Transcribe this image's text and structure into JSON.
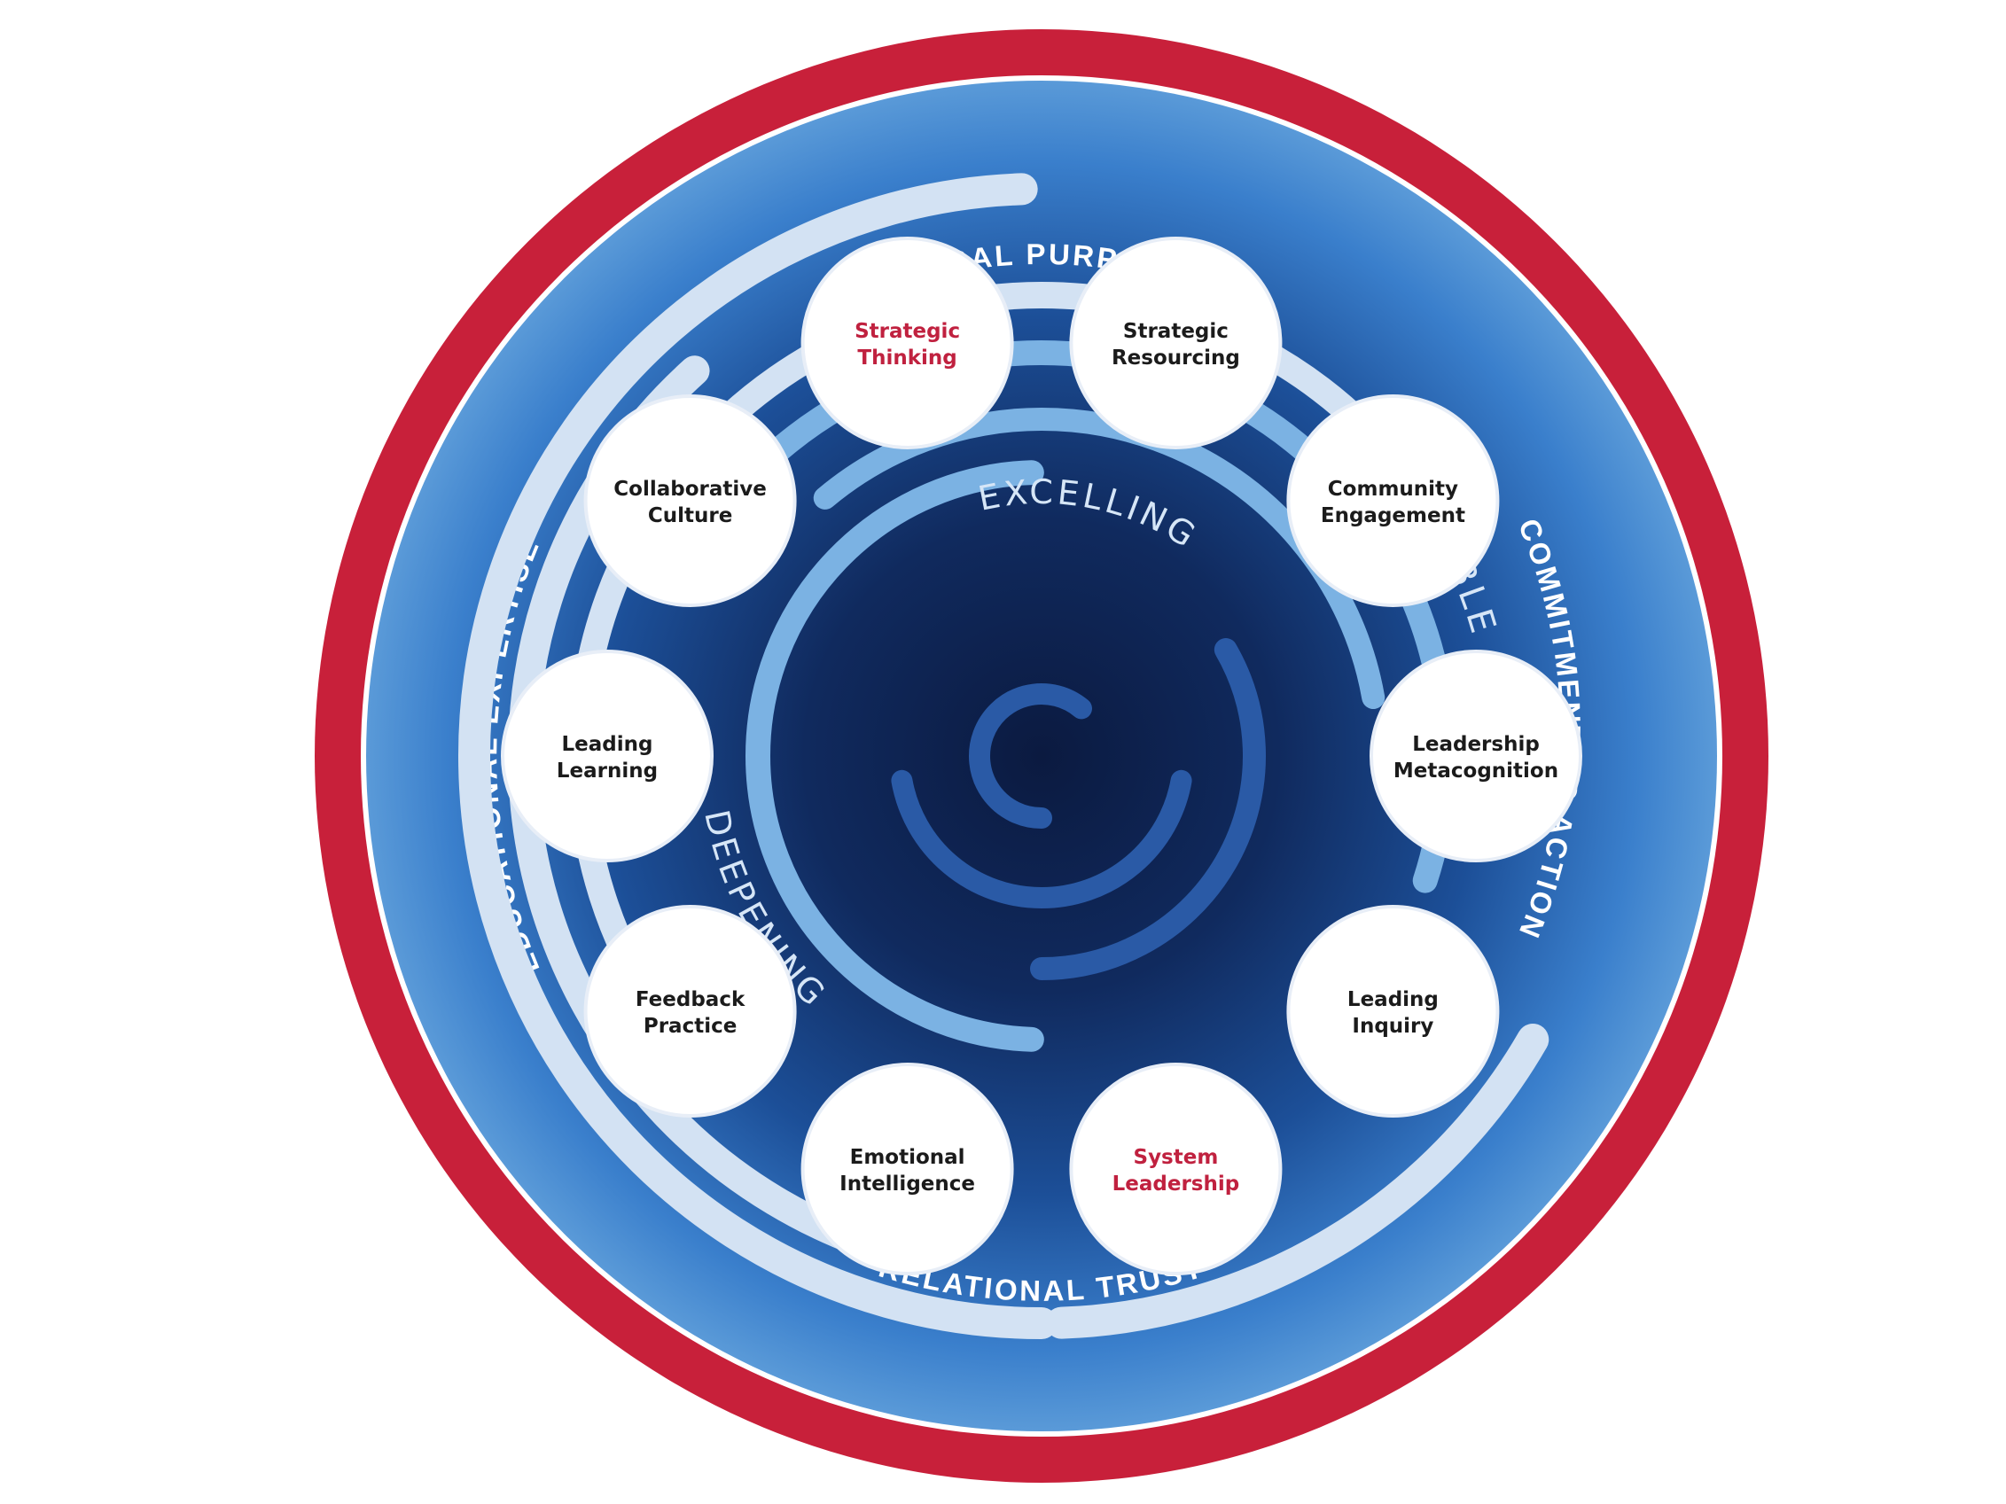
{
  "ring_labels": {
    "top": "MORAL PURPOSE",
    "right": "COMMITMENT TO ACTION",
    "bottom": "RELATIONAL TRUST",
    "left": "EDUCATIONAL EXPERTISE"
  },
  "stage_labels": {
    "capable": "CAPABLE",
    "excelling": "EXCELLING",
    "deepening": "DEEPENING"
  },
  "nodes": [
    {
      "line1": "Strategic",
      "line2": "Thinking",
      "highlight": true
    },
    {
      "line1": "Strategic",
      "line2": "Resourcing",
      "highlight": false
    },
    {
      "line1": "Community",
      "line2": "Engagement",
      "highlight": false
    },
    {
      "line1": "Leadership",
      "line2": "Metacognition",
      "highlight": false
    },
    {
      "line1": "Leading",
      "line2": "Inquiry",
      "highlight": false
    },
    {
      "line1": "System",
      "line2": "Leadership",
      "highlight": true
    },
    {
      "line1": "Emotional",
      "line2": "Intelligence",
      "highlight": false
    },
    {
      "line1": "Feedback",
      "line2": "Practice",
      "highlight": false
    },
    {
      "line1": "Leading",
      "line2": "Learning",
      "highlight": false
    },
    {
      "line1": "Collaborative",
      "line2": "Culture",
      "highlight": false
    }
  ],
  "colors": {
    "outer_ring": "#c8203a",
    "deep_navy": "#0c1f4a",
    "mid_blue": "#1f4f96",
    "light_blue": "#3a7bd0",
    "arc_pale": "#d3e2f3",
    "arc_light": "#7bb2e3",
    "arc_dark": "#2a5aa6",
    "node_text": "#1b1b1b",
    "node_highlight": "#c0213f"
  }
}
